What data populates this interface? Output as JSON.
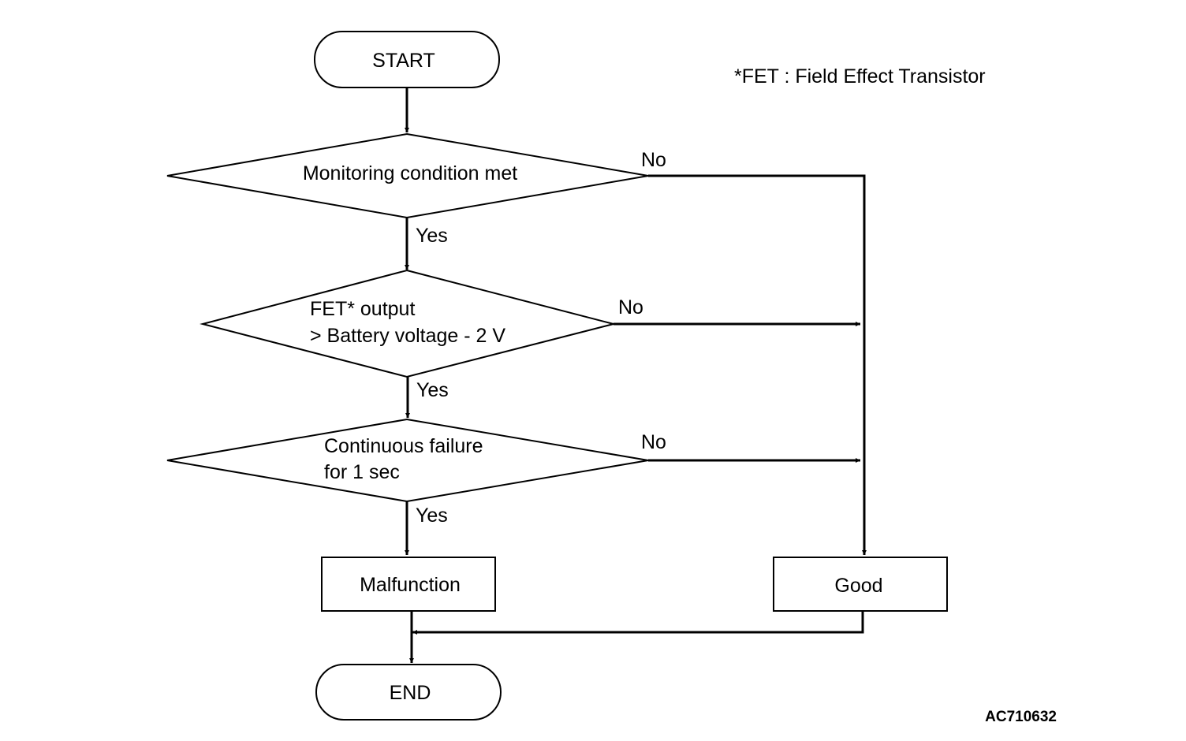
{
  "footnote": "*FET : Field Effect Transistor",
  "drawing_code": "AC710632",
  "nodes": {
    "start": "START",
    "decision_monitoring": {
      "lines": [
        "Monitoring condition met"
      ]
    },
    "decision_fet": {
      "lines": [
        "FET* output",
        "> Battery voltage - 2 V"
      ]
    },
    "decision_continuous": {
      "lines": [
        "Continuous failure",
        "for 1 sec"
      ]
    },
    "malfunction": "Malfunction",
    "good": "Good",
    "end": "END"
  },
  "branch_labels": {
    "yes": "Yes",
    "no": "No"
  },
  "colors": {
    "stroke": "#000000",
    "background": "#ffffff"
  }
}
